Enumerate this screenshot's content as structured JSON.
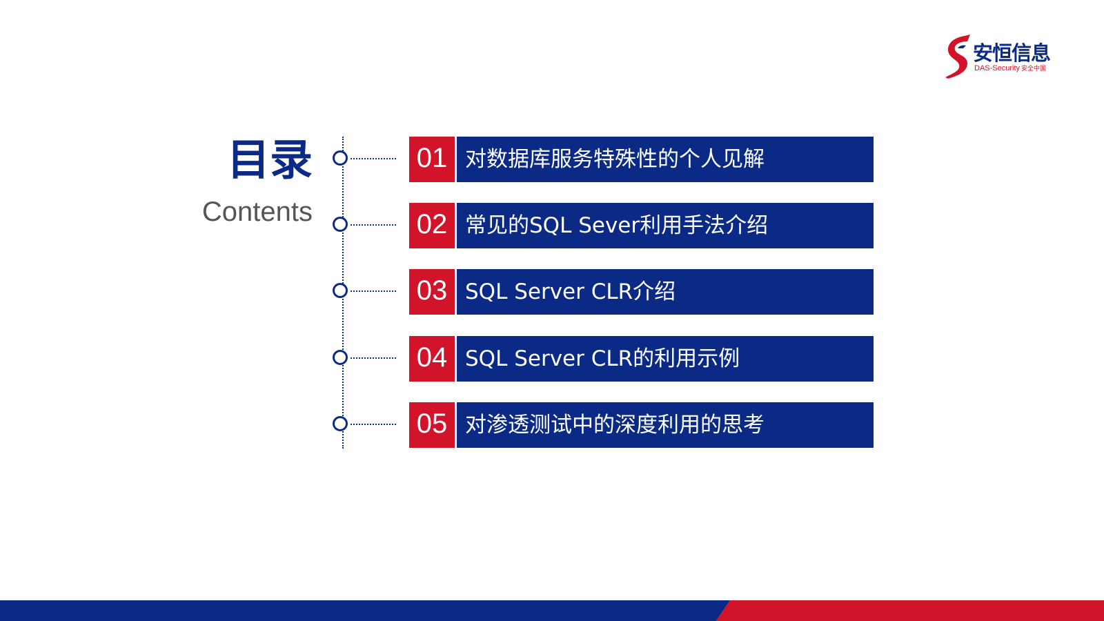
{
  "logo": {
    "name_cn": "安恒信息",
    "name_en": "DAS-Security",
    "slogan": "安全中国",
    "colors": {
      "primary": "#0b2a86",
      "accent": "#d2142b"
    }
  },
  "heading": {
    "title": "目录",
    "subtitle": "Contents"
  },
  "items": [
    {
      "num": "01",
      "label": "对数据库服务特殊性的个人见解"
    },
    {
      "num": "02",
      "label": "常见的SQL Sever利用手法介绍"
    },
    {
      "num": "03",
      "label": "SQL Server CLR介绍"
    },
    {
      "num": "04",
      "label": "SQL Server CLR的利用示例"
    },
    {
      "num": "05",
      "label": "对渗透测试中的深度利用的思考"
    }
  ],
  "theme": {
    "blue": "#0b2a86",
    "red": "#d2142b",
    "gray_text": "#555555"
  }
}
